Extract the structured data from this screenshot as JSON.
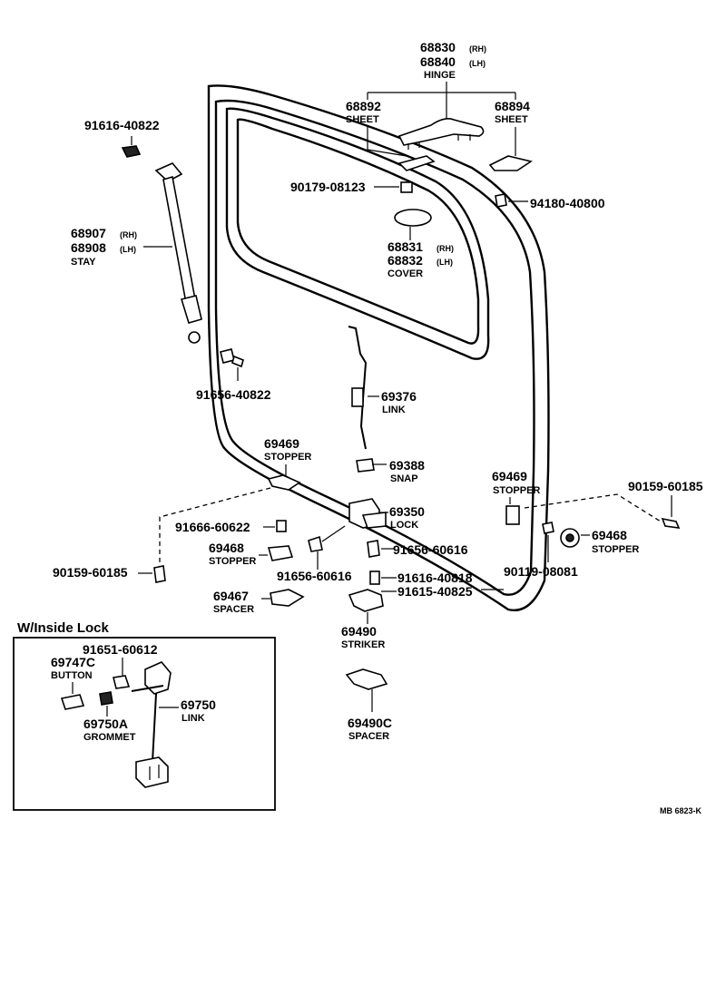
{
  "labels": {
    "hinge_rh": "68830",
    "hinge_rh_tag": "(RH)",
    "hinge_lh": "68840",
    "hinge_lh_tag": "(LH)",
    "hinge_name": "HINGE",
    "sheet_a": "68892",
    "sheet_a_name": "SHEET",
    "sheet_b": "68894",
    "sheet_b_name": "SHEET",
    "bolt_top_left": "91616-40822",
    "bolt_90179": "90179-08123",
    "bolt_94180": "94180-40800",
    "stay_rh": "68907",
    "stay_rh_tag": "(RH)",
    "stay_lh": "68908",
    "stay_lh_tag": "(LH)",
    "stay_name": "STAY",
    "cover_rh": "68831",
    "cover_rh_tag": "(RH)",
    "cover_lh": "68832",
    "cover_lh_tag": "(LH)",
    "cover_name": "COVER",
    "bolt_91656_40822": "91656-40822",
    "link_top": "69376",
    "link_top_name": "LINK",
    "stopper_left": "69469",
    "stopper_left_name": "STOPPER",
    "snap": "69388",
    "snap_name": "SNAP",
    "stopper_right": "69469",
    "stopper_right_name": "STOPPER",
    "bolt_90159_right": "90159-60185",
    "lock": "69350",
    "lock_name": "LOCK",
    "bolt_91666": "91666-60622",
    "stopper_468_left": "69468",
    "stopper_468_left_name": "STOPPER",
    "bolt_91656_60616_a": "91656-60616",
    "stopper_468_right": "69468",
    "stopper_468_right_name": "STOPPER",
    "bolt_90159_left": "90159-60185",
    "bolt_91656_60616_b": "91656-60616",
    "bolt_91616_40818": "91616-40818",
    "bolt_91615_40825": "91615-40825",
    "bolt_90119": "90119-08081",
    "spacer": "69467",
    "spacer_name": "SPACER",
    "striker": "69490",
    "striker_name": "STRIKER",
    "spacer_c": "69490C",
    "spacer_c_name": "SPACER",
    "inside_lock_title": "W/Inside Lock",
    "bolt_91651": "91651-60612",
    "button": "69747C",
    "button_name": "BUTTON",
    "link_inset": "69750",
    "link_inset_name": "LINK",
    "grommet": "69750A",
    "grommet_name": "GROMMET",
    "ref_code": "MB 6823-K"
  }
}
